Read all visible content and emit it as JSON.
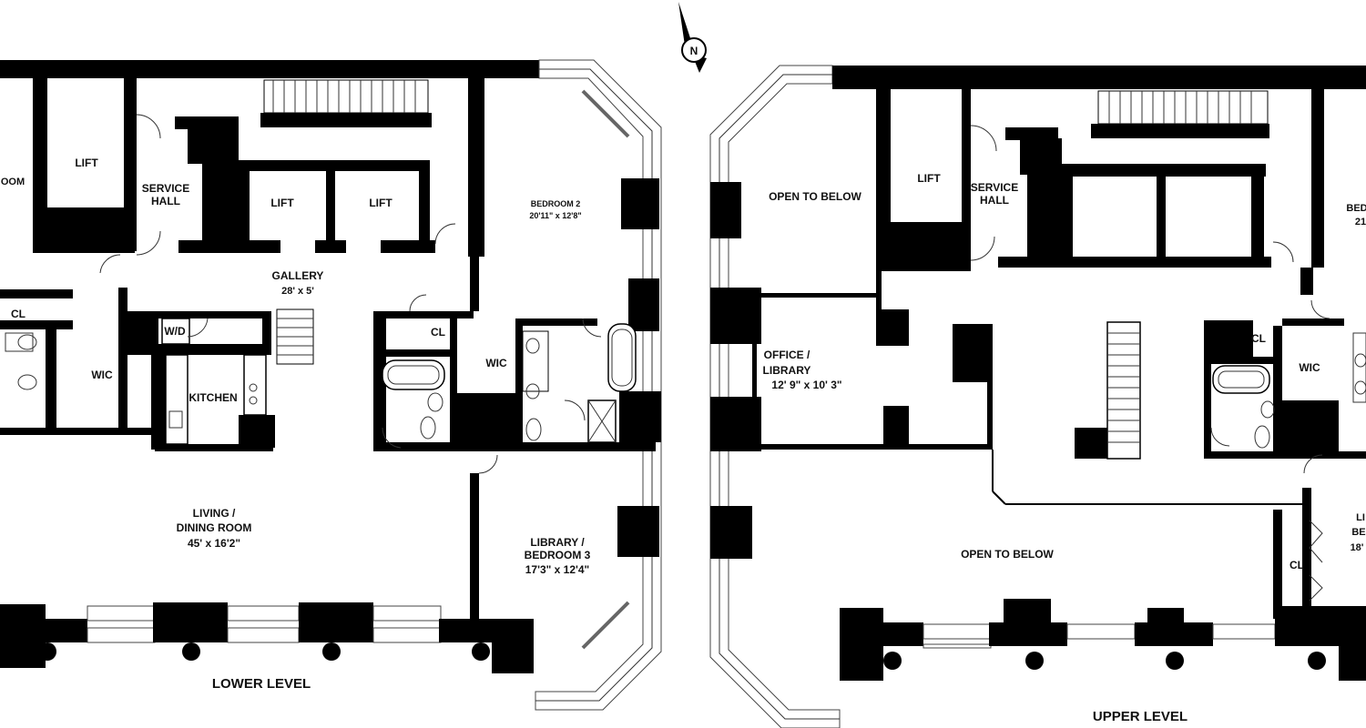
{
  "compass": {
    "letter": "N"
  },
  "lower": {
    "title": "LOWER LEVEL",
    "rooms": {
      "bedroom_edge": "OOM",
      "lift1": "LIFT",
      "service_hall_1": "SERVICE",
      "service_hall_2": "HALL",
      "lift2": "LIFT",
      "lift3": "LIFT",
      "gallery": "GALLERY",
      "gallery_dim": "28' x 5'",
      "cl1": "CL",
      "wd": "W/D",
      "wic1": "WIC",
      "kitchen": "KITCHEN",
      "cl2": "CL",
      "wic2": "WIC",
      "bedroom2": "BEDROOM 2",
      "bedroom2_dim": "20'11\" x 12'8\"",
      "living1": "LIVING /",
      "living2": "DINING ROOM",
      "living_dim": "45' x 16'2\"",
      "library1": "LIBRARY /",
      "library2": "BEDROOM 3",
      "library_dim": "17'3\" x 12'4\""
    }
  },
  "upper": {
    "title": "UPPER LEVEL",
    "rooms": {
      "open1": "OPEN TO BELOW",
      "lift": "LIFT",
      "service_hall_1": "SERVICE",
      "service_hall_2": "HALL",
      "bed_edge": "BED",
      "bed_edge_dim": "21",
      "office1": "OFFICE /",
      "office2": "LIBRARY",
      "office_dim": "12' 9\" x 10' 3\"",
      "cl1": "CL",
      "wic": "WIC",
      "open2": "OPEN TO BELOW",
      "lib_edge1": "LI",
      "lib_edge2": "BE",
      "lib_edge_dim": "18'",
      "cl2": "CL"
    }
  }
}
